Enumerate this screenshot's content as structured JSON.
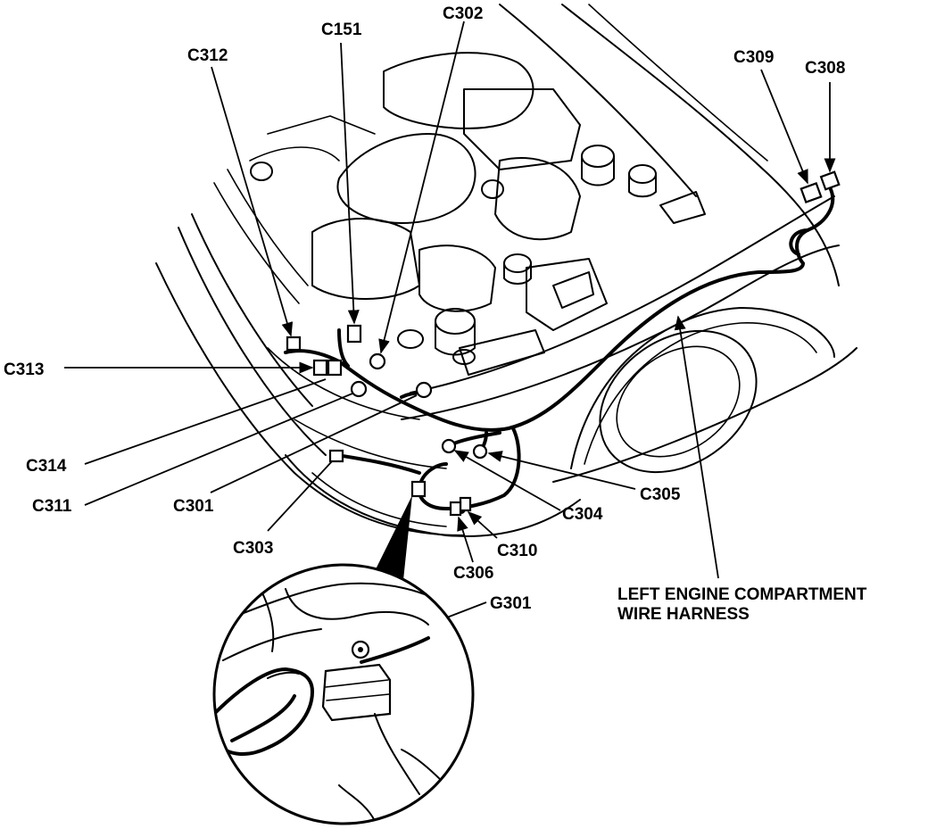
{
  "labels": {
    "c151": "C151",
    "c302": "C302",
    "c312": "C312",
    "c309": "C309",
    "c308": "C308",
    "c313": "C313",
    "c314": "C314",
    "c311": "C311",
    "c301": "C301",
    "c303": "C303",
    "c305": "C305",
    "c304": "C304",
    "c310": "C310",
    "c306": "C306",
    "g301": "G301"
  },
  "caption": {
    "line1": "LEFT ENGINE COMPARTMENT",
    "line2": "WIRE HARNESS"
  }
}
